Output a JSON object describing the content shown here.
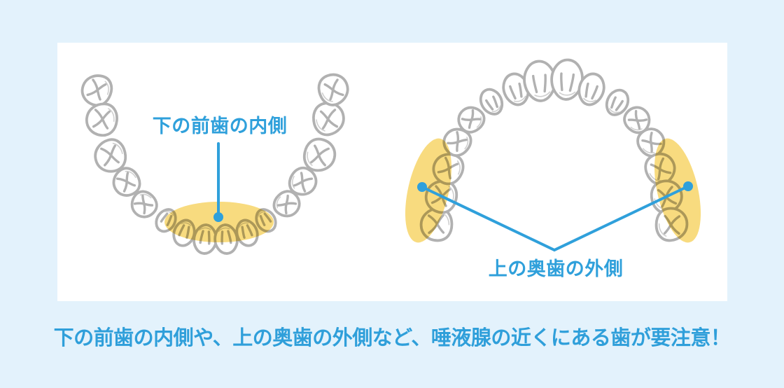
{
  "caption": "下の前歯の内側や、上の奥歯の外側など、唾液腺の近くにある歯が要注意！",
  "diagrams": {
    "lower": {
      "label": "下の前歯の内側"
    },
    "upper": {
      "label": "上の奥歯の外側"
    }
  },
  "colors": {
    "background": "#E3F2FC",
    "card": "#FFFFFF",
    "accent_blue": "#2FA0DB",
    "highlight_yellow": "#F8D978",
    "tooth_gray": "#B1B1B1"
  }
}
